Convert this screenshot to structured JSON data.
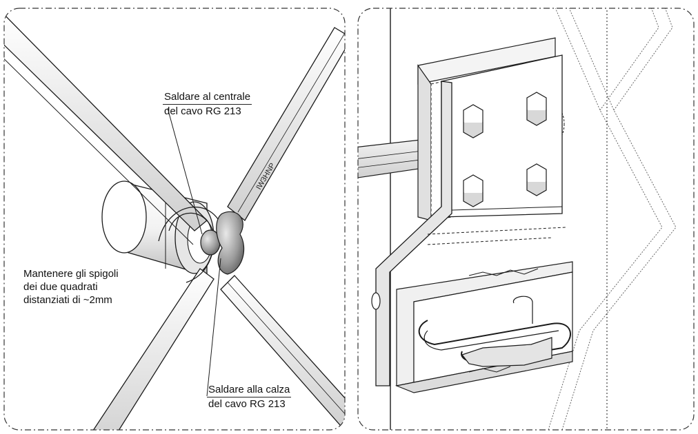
{
  "left_panel": {
    "label_center": [
      "Saldare al centrale",
      "del cavo RG 213"
    ],
    "label_shield": [
      "Saldare alla calza",
      "del cavo RG 213"
    ],
    "label_spacing": [
      "Mantenere gli spigoli",
      "dei due quadrati",
      "distanziati di ~2mm"
    ],
    "author_mark": "IW3HNP"
  },
  "colors": {
    "line": "#1a1a1a",
    "fill_light": "#ffffff",
    "fill_grey": "#d9d9d9",
    "solder": "#8c8c8c"
  }
}
